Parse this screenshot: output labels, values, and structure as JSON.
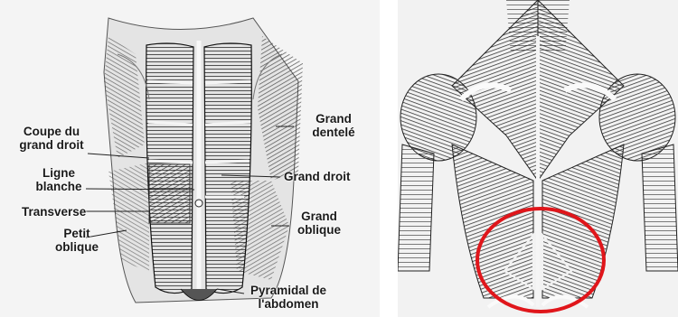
{
  "left_figure": {
    "labels": {
      "coupe_du_grand_droit": "Coupe du\ngrand droit",
      "ligne_blanche": "Ligne\nblanche",
      "transverse": "Transverse",
      "petit_oblique": "Petit\noblique",
      "grand_dentele": "Grand\ndentelé",
      "grand_droit": "Grand droit",
      "grand_oblique": "Grand\noblique",
      "pyramidal": "Pyramidal de\nl'abdomen"
    }
  },
  "right_figure": {
    "highlight_color": "#e0161b"
  }
}
